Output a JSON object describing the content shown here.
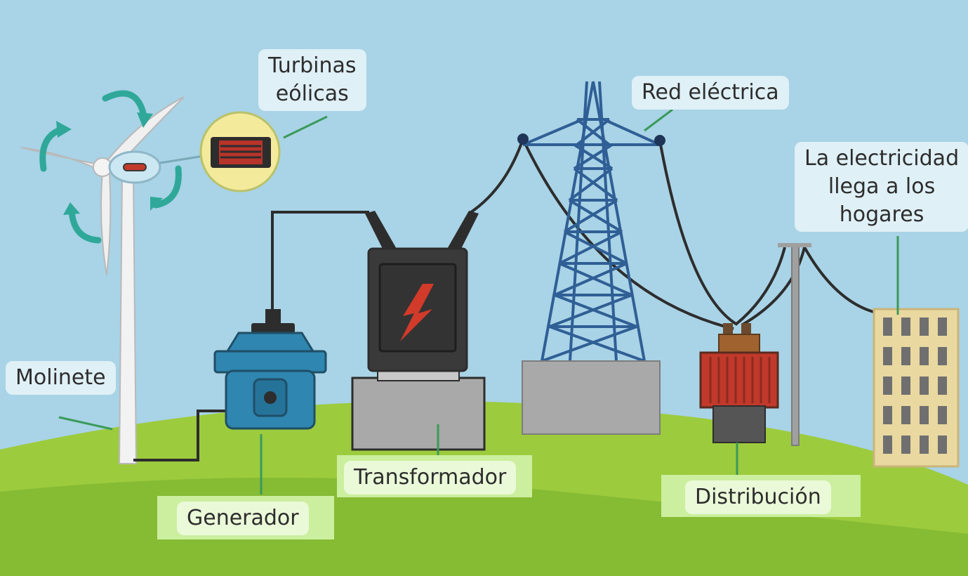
{
  "labels": {
    "turbinas": [
      "Turbinas",
      "eólicas"
    ],
    "red": "Red eléctrica",
    "hogares": [
      "La electricidad",
      "llega a los",
      "hogares"
    ],
    "molinete": "Molinete",
    "generador": "Generador",
    "transformador": "Transformador",
    "distribucion": "Distribución"
  },
  "colors": {
    "sky": "#a9d3e6",
    "hill_back": "#9ccb3d",
    "hill_front": "#86bb34",
    "arrow": "#2fa89a",
    "tower": "#2f5f95",
    "generator": "#2f86b0",
    "transformer": "#3a3a3a",
    "lightning": "#d23a2a",
    "distribution": "#c0392b",
    "building": "#e9d8a0"
  }
}
